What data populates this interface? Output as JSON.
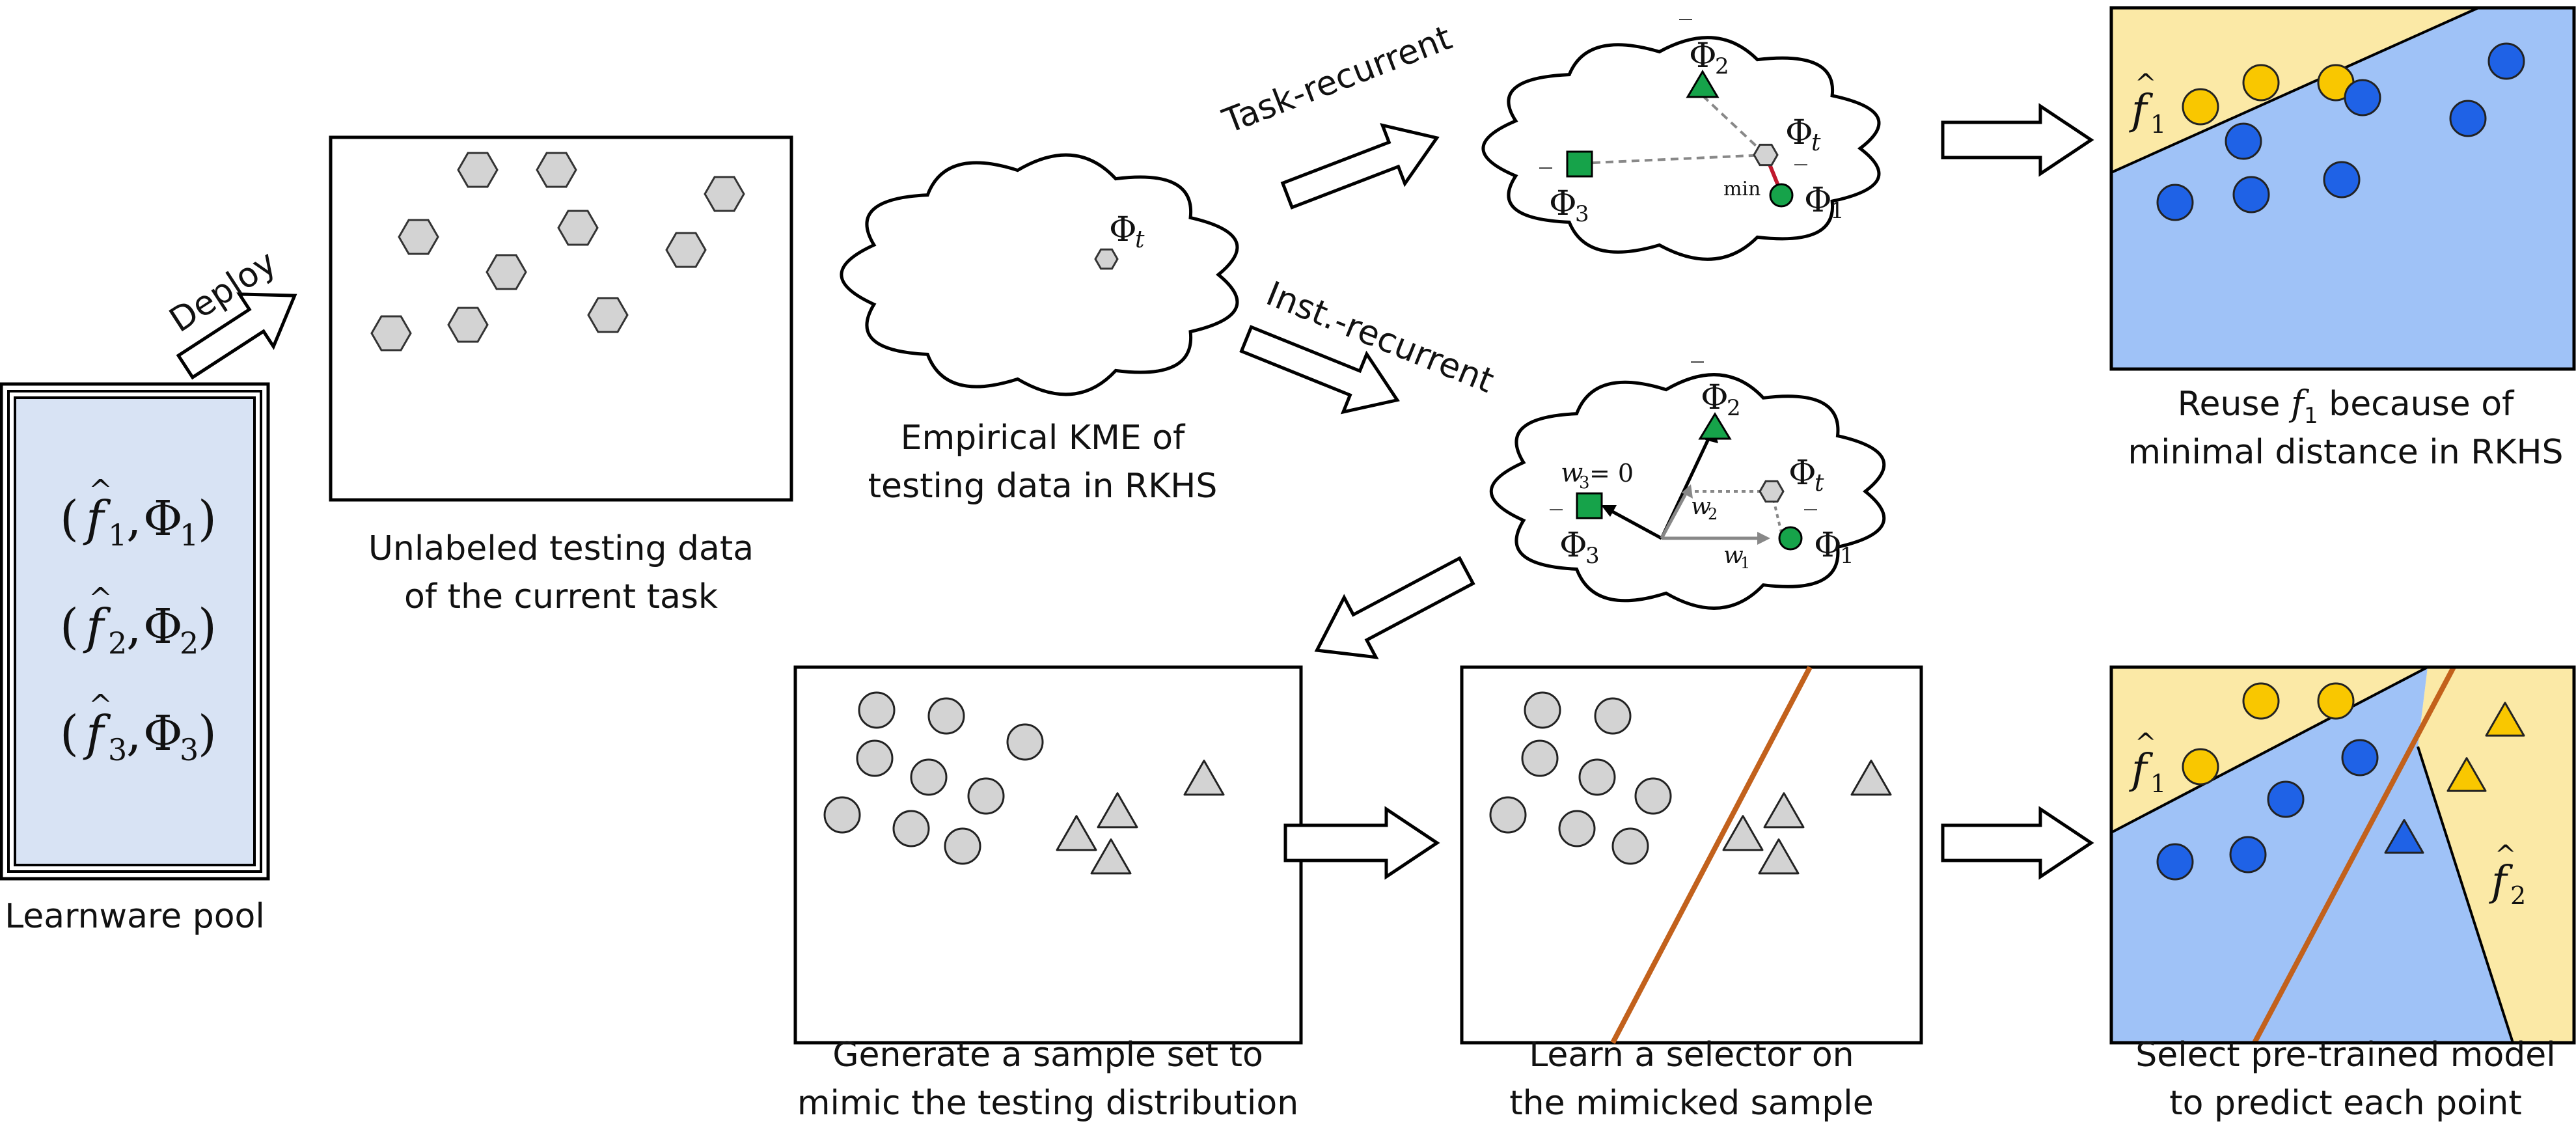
{
  "diagram": {
    "pool": {
      "caption": "Learnware pool",
      "entries": [
        {
          "f": "f",
          "hat": "^",
          "sub": "1",
          "phi": "Φ",
          "phi_sub": "1"
        },
        {
          "f": "f",
          "hat": "^",
          "sub": "2",
          "phi": "Φ",
          "phi_sub": "2"
        },
        {
          "f": "f",
          "hat": "^",
          "sub": "3",
          "phi": "Φ",
          "phi_sub": "3"
        }
      ]
    },
    "deploy_label": "Deploy",
    "unlabeled": {
      "caption_line1": "Unlabeled testing data",
      "caption_line2": "of the current task"
    },
    "kme": {
      "caption_line1": "Empirical KME of",
      "caption_line2": "testing data in RKHS",
      "phi_label": "Φ",
      "phi_sub": "t"
    },
    "task_recurrent": {
      "label": "Task-recurrent",
      "phi2": "Φ",
      "phi2_sub": "2",
      "phit": "Φ",
      "phit_sub": "t",
      "phi3": "Φ",
      "phi3_sub": "3",
      "phi1": "Φ",
      "phi1_sub": "1",
      "min_label": "min"
    },
    "inst_recurrent": {
      "label": "Inst.-recurrent",
      "phi2": "Φ",
      "phi2_sub": "2",
      "phit": "Φ",
      "phit_sub": "t",
      "phi3": "Φ",
      "phi3_sub": "3",
      "phi1": "Φ",
      "phi1_sub": "1",
      "w3_label": "w",
      "w3_sub": "3",
      "w3_value": " = 0",
      "w2": "w",
      "w2_sub": "2",
      "w1": "w",
      "w1_sub": "1"
    },
    "reuse": {
      "caption_line1_pre": "Reuse ",
      "caption_f": "f",
      "caption_sub": "1",
      "caption_line1_post": " because of",
      "caption_line2": "minimal distance in RKHS",
      "region_f": "f",
      "region_hat": "^",
      "region_sub": "1"
    },
    "generate": {
      "caption_line1": "Generate a sample set to",
      "caption_line2": "mimic the testing distribution"
    },
    "selector": {
      "caption_line1": "Learn a selector on",
      "caption_line2": "the mimicked sample"
    },
    "select": {
      "caption_line1": "Select pre-trained model",
      "caption_line2": "to predict each point",
      "f1": "f",
      "f1_hat": "^",
      "f1_sub": "1",
      "f2": "f",
      "f2_hat": "^",
      "f2_sub": "2"
    },
    "colors": {
      "yellow_region": "#fbe9a6",
      "blue_region": "#9fc2f7",
      "yellow_point": "#f9c700",
      "blue_point": "#1f62e6",
      "green": "#16a34a",
      "gray_point": "#d3d3d3",
      "pool_fill": "#d8e3f4",
      "selector_line": "#c2611c",
      "min_line": "#c0182d"
    }
  }
}
